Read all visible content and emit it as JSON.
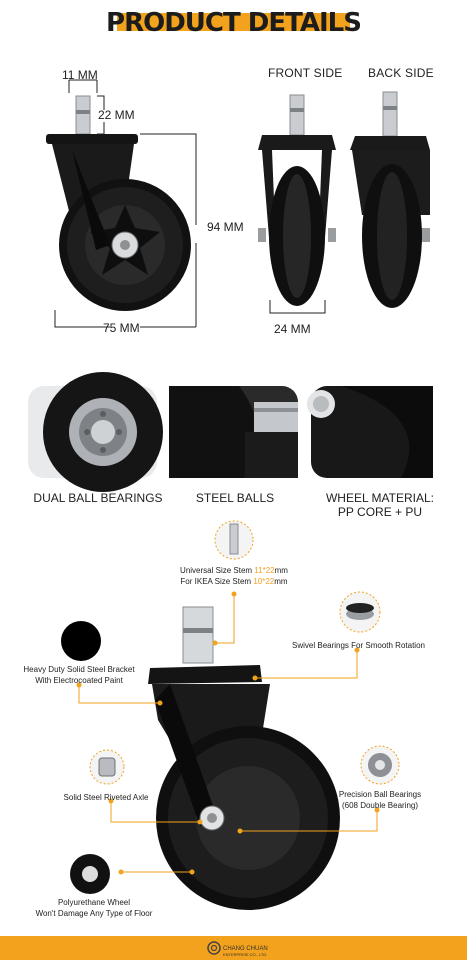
{
  "header": {
    "title": "PRODUCT DETAILS"
  },
  "dimensions": {
    "stem_width": "11 MM",
    "stem_height": "22 MM",
    "height": "94 MM",
    "wheel_diameter": "75 MM",
    "wheel_width": "24 MM"
  },
  "views": {
    "front": "FRONT SIDE",
    "back": "BACK SIDE"
  },
  "detail_labels": {
    "bearings": "DUAL BALL BEARINGS",
    "balls": "STEEL BALLS",
    "material_line1": "WHEEL MATERIAL:",
    "material_line2": "PP CORE + PU"
  },
  "callouts": {
    "stem_line1_pre": "Universal Size Stem ",
    "stem_line1_val": "11*22",
    "stem_line1_unit": "mm",
    "stem_line2_pre": "For IKEA  Size Stem ",
    "stem_line2_val": "10*22",
    "stem_line2_unit": "mm",
    "swivel": "Swivel Bearings For Smooth Rotation",
    "bracket_line1": "Heavy Duty Solid Steel Bracket",
    "bracket_line2": "With Electrocoated Paint",
    "axle": "Solid Steel Riveted Axle",
    "precision_line1": "Precision Ball Bearings",
    "precision_line2": "(608 Double Bearing)",
    "wheel_line1": "Polyurethane Wheel",
    "wheel_line2": "Won't Damage Any Type of Floor"
  },
  "footer": {
    "brand": "CHANG CHUAN",
    "sub": "ENTERPRISE CO., LTD."
  },
  "colors": {
    "accent": "#f2a21c",
    "dark": "#1c1c1c"
  }
}
